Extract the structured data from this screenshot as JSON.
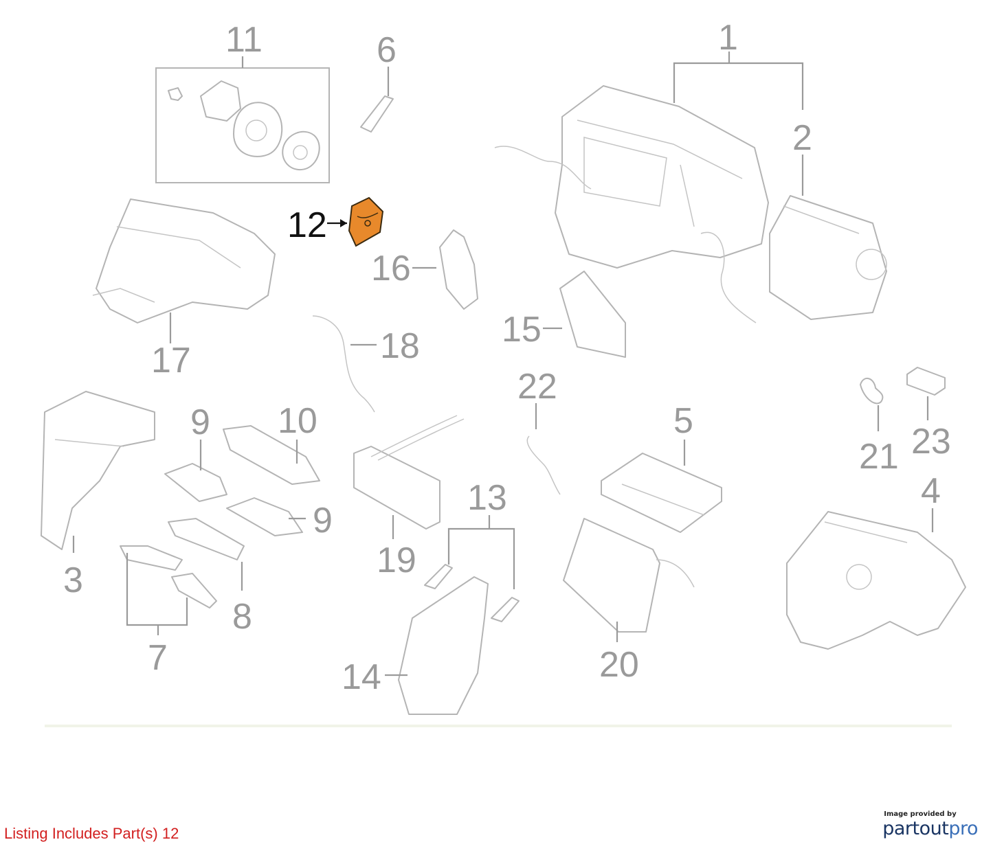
{
  "diagram": {
    "callouts": [
      {
        "id": "1",
        "label": "1"
      },
      {
        "id": "2",
        "label": "2"
      },
      {
        "id": "3",
        "label": "3"
      },
      {
        "id": "4",
        "label": "4"
      },
      {
        "id": "5",
        "label": "5"
      },
      {
        "id": "6",
        "label": "6"
      },
      {
        "id": "7",
        "label": "7"
      },
      {
        "id": "8",
        "label": "8"
      },
      {
        "id": "9a",
        "label": "9"
      },
      {
        "id": "9b",
        "label": "9"
      },
      {
        "id": "10",
        "label": "10"
      },
      {
        "id": "11",
        "label": "11"
      },
      {
        "id": "12",
        "label": "12",
        "highlighted": true
      },
      {
        "id": "13",
        "label": "13"
      },
      {
        "id": "14",
        "label": "14"
      },
      {
        "id": "15",
        "label": "15"
      },
      {
        "id": "16",
        "label": "16"
      },
      {
        "id": "17",
        "label": "17"
      },
      {
        "id": "18",
        "label": "18"
      },
      {
        "id": "19",
        "label": "19"
      },
      {
        "id": "20",
        "label": "20"
      },
      {
        "id": "21",
        "label": "21"
      },
      {
        "id": "22",
        "label": "22"
      },
      {
        "id": "23",
        "label": "23"
      }
    ],
    "highlight_color": "#e8892b"
  },
  "footer": {
    "listing_text": "Listing Includes Part(s) 12",
    "listing_color": "#d21f1f"
  },
  "credit": {
    "provided_by": "Image provided by",
    "brand_main": "partout",
    "brand_accent": "pro"
  }
}
